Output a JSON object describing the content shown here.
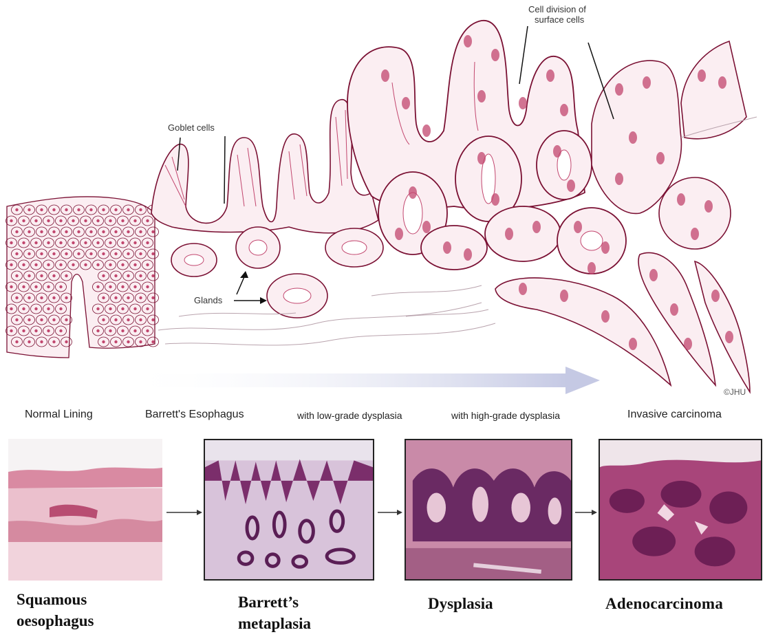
{
  "annotations": {
    "goblet": "Goblet cells",
    "glands": "Glands",
    "cell_division_line1": "Cell division of",
    "cell_division_line2": "surface cells",
    "credit": "©JHU"
  },
  "stages": [
    "Normal Lining",
    "Barrett's Esophagus",
    "with low-grade dysplasia",
    "with high-grade dysplasia",
    "Invasive carcinoma"
  ],
  "captions": {
    "squamous_1": "Squamous",
    "squamous_2": "oesophagus",
    "barretts_1": "Barrett’s",
    "barretts_2": "metaplasia",
    "dysplasia": "Dysplasia",
    "adeno": "Adenocarcinoma"
  },
  "colors": {
    "ink": "#7a1033",
    "nucleus": "#c2466e",
    "arrow": "#c9cde6",
    "stain_pink": "#e8a5b8",
    "stain_purple": "#7b2e6b"
  }
}
